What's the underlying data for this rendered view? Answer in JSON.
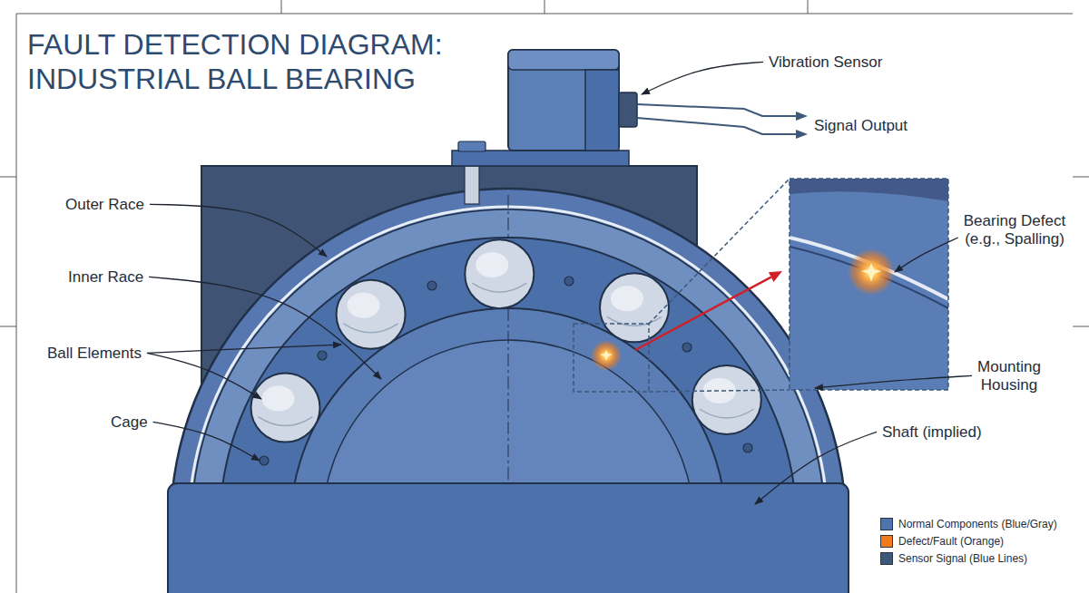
{
  "diagram": {
    "title": "FAULT DETECTION DIAGRAM: INDUSTRIAL BALL BEARING",
    "labels": [
      "Vibration Sensor",
      "Signal Output",
      "Outer Race",
      "Inner Race",
      "Ball Elements",
      "Cage",
      "Bearing Defect (e.g., Spalling)",
      "Mounting Housing",
      "Shaft (implied)"
    ],
    "legend": [
      {
        "text": "Normal Components (Blue/Gray)",
        "color": "#4e74ad"
      },
      {
        "text": "Defect/Fault (Orange)",
        "color": "#f07c1e"
      },
      {
        "text": "Sensor Signal (Blue Lines)",
        "color": "#3d5878"
      }
    ]
  }
}
